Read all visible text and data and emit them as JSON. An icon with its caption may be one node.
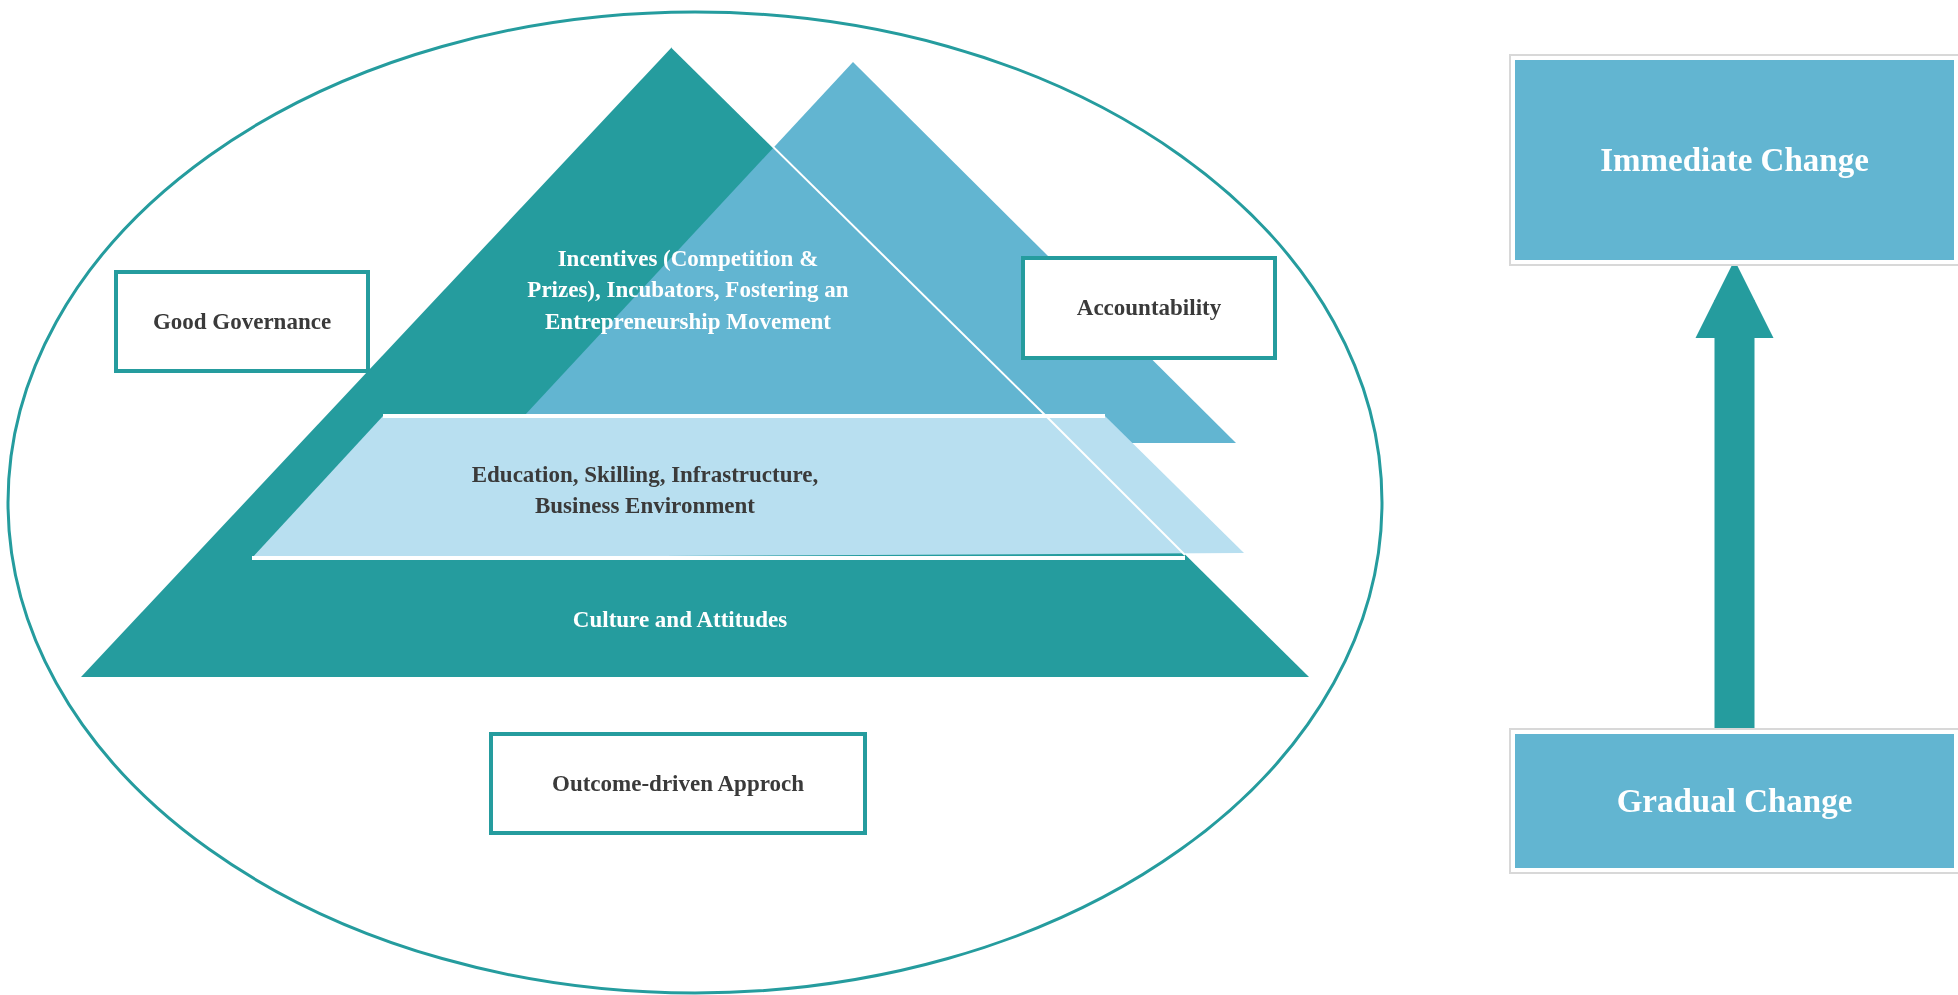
{
  "diagram": {
    "nodes": [
      {
        "text": [],
        "shape": "circle"
      },
      {
        "text": [
          "Incentives (Competition & Prizes), Incubators, Fostering an Entrepreneurship Movement"
        ],
        "in": 0
      },
      {
        "text": [
          "Good Governance"
        ],
        "in": 0
      },
      {
        "text": [
          "Accountability"
        ],
        "in": 0
      },
      {
        "text": [
          "Education, Skilling, Infrastructure, Business Environment"
        ],
        "in": 0
      },
      {
        "text": [
          "Culture and Attitudes"
        ],
        "in": 0
      },
      {
        "text": [
          "Outcome-driven Approch"
        ],
        "in": 0
      },
      {
        "text": [
          "Immediate Change"
        ]
      },
      {
        "text": [
          "Gradual Change"
        ]
      }
    ],
    "edges": [
      {
        "from": 8,
        "to": 7,
        "arrow": "to"
      }
    ]
  }
}
